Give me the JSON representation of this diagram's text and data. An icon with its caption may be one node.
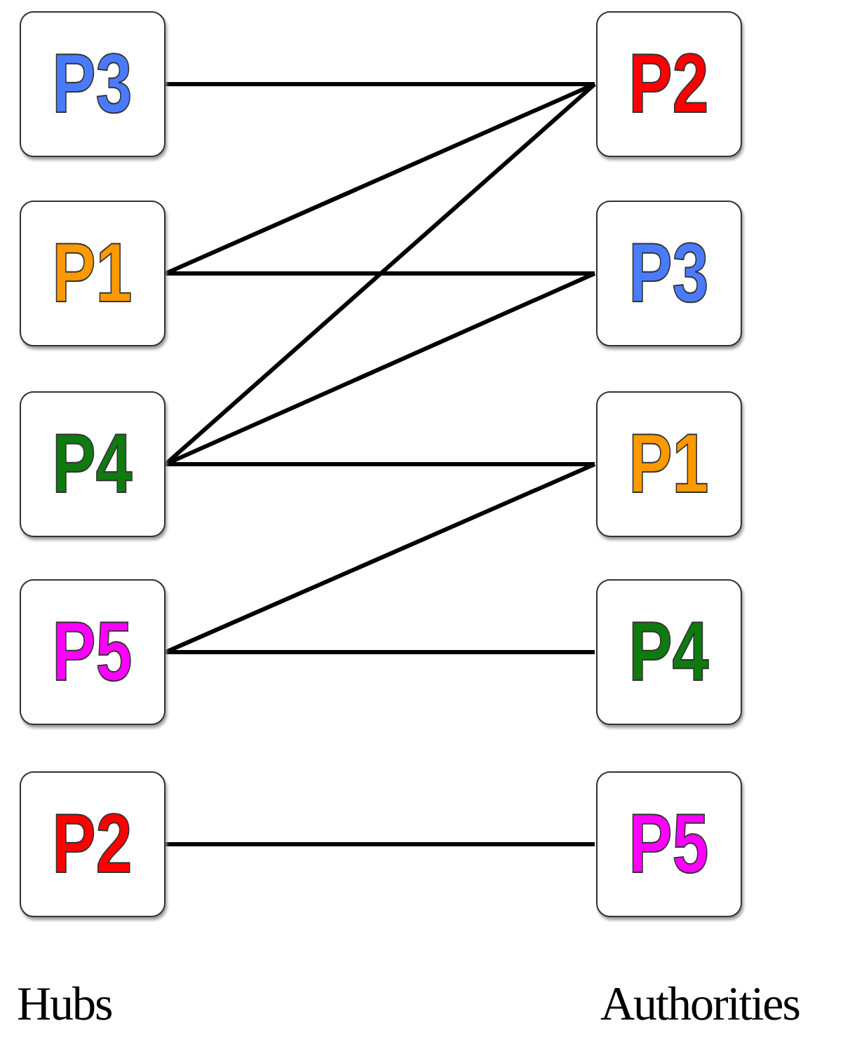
{
  "diagram": {
    "nodes": [
      {
        "text": [
          "P3"
        ]
      },
      {
        "text": [
          "P2"
        ]
      },
      {
        "text": [
          "P1"
        ]
      },
      {
        "text": [
          "P3"
        ]
      },
      {
        "text": [
          "P4"
        ]
      },
      {
        "text": [
          "P1"
        ]
      },
      {
        "text": [
          "P5"
        ]
      },
      {
        "text": [
          "P4"
        ]
      },
      {
        "text": [
          "P2"
        ]
      },
      {
        "text": [
          "P5"
        ]
      }
    ],
    "edges": [
      {
        "from": 0,
        "to": 1,
        "arrow": "none"
      },
      {
        "from": 2,
        "to": 1,
        "arrow": "none"
      },
      {
        "from": 2,
        "to": 3,
        "arrow": "none"
      },
      {
        "from": 4,
        "to": 1,
        "arrow": "none"
      },
      {
        "from": 4,
        "to": 3,
        "arrow": "none"
      },
      {
        "from": 4,
        "to": 5,
        "arrow": "none"
      },
      {
        "from": 6,
        "to": 5,
        "arrow": "none"
      },
      {
        "from": 6,
        "to": 7,
        "arrow": "none"
      },
      {
        "from": 8,
        "to": 9,
        "arrow": "none"
      }
    ],
    "labels": [
      "Hubs",
      "Authorities"
    ]
  }
}
